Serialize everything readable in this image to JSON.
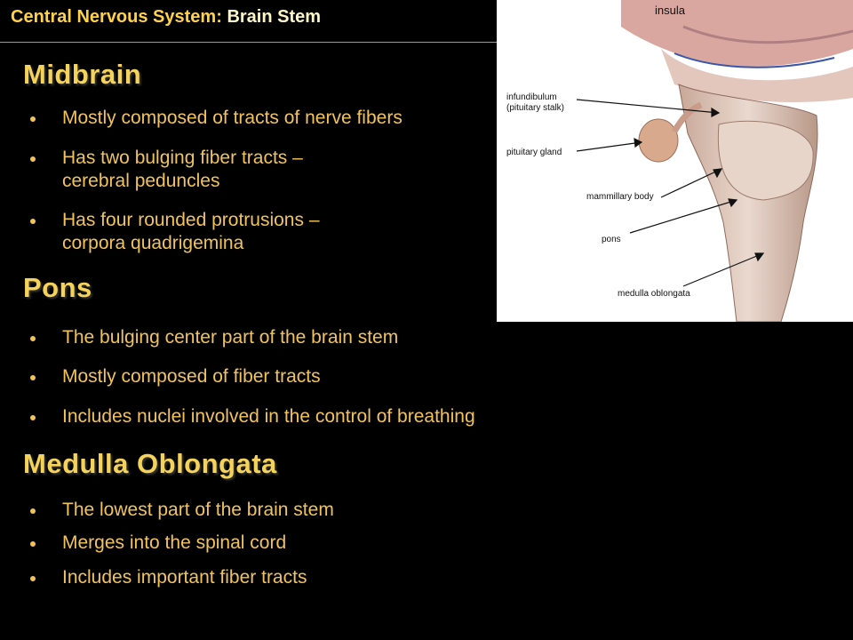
{
  "header": {
    "main": "Central Nervous System:",
    "sub": "Brain Stem"
  },
  "sections": [
    {
      "title": "Midbrain",
      "items": [
        "Mostly composed of tracts of nerve fibers",
        [
          "Has two bulging fiber tracts –",
          "cerebral peduncles"
        ],
        [
          "Has four rounded protrusions –",
          "corpora quadrigemina"
        ]
      ]
    },
    {
      "title": "Pons",
      "items": [
        "The bulging center part of the brain stem",
        "Mostly composed of fiber tracts",
        "Includes nuclei involved in the control of breathing"
      ]
    },
    {
      "title": "Medulla Oblongata",
      "items": [
        "The lowest part of the brain stem",
        "Merges into the spinal cord",
        "Includes important fiber tracts"
      ]
    }
  ],
  "figure": {
    "labels": {
      "insula": "insula",
      "infundibulum": "infundibulum",
      "pituitary_stalk": "(pituitary stalk)",
      "pituitary_gland": "pituitary gland",
      "mammillary_body": "mammillary body",
      "pons": "pons",
      "medulla": "medulla oblongata"
    }
  }
}
